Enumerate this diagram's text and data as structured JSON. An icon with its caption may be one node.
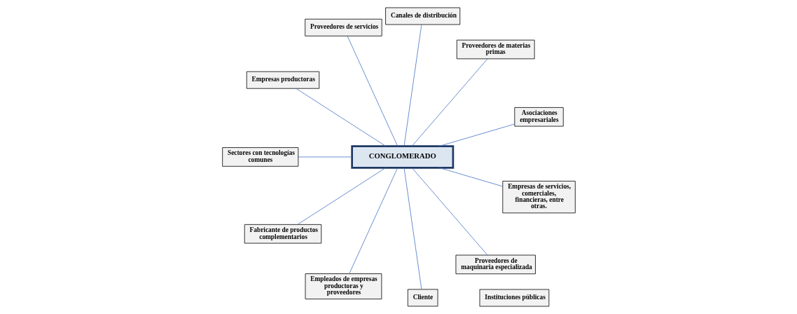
{
  "diagram": {
    "nodes": [
      {
        "text": [
          "Asociaciones empresariales"
        ]
      },
      {
        "text": [
          "Proveedores de materias primas"
        ]
      },
      {
        "text": [
          "Canales de distribución"
        ]
      },
      {
        "text": [
          "Proveedores de servicios"
        ]
      },
      {
        "text": [
          "Instituciones públicas"
        ]
      },
      {
        "text": [
          "Empresas productoras"
        ]
      },
      {
        "text": [
          "CONGLOMERADO"
        ]
      },
      {
        "text": [
          "Sectores con tecnologías comunes"
        ]
      },
      {
        "text": [
          "Fabricante de productos complementarios"
        ]
      },
      {
        "text": [
          "Empleados de empresas productoras y proveedores"
        ]
      },
      {
        "text": [
          "Cliente"
        ]
      },
      {
        "text": [
          "Proveedores de maquinaria especializada"
        ]
      },
      {
        "text": [
          "Empresas de servicios, comerciales, financieras, entre otras."
        ]
      }
    ],
    "edges": [
      {
        "from": 6,
        "to": 0,
        "arrow": "none"
      },
      {
        "from": 6,
        "to": 1,
        "arrow": "none"
      },
      {
        "from": 6,
        "to": 2,
        "arrow": "none"
      },
      {
        "from": 6,
        "to": 3,
        "arrow": "none"
      },
      {
        "from": 6,
        "to": 5,
        "arrow": "none"
      },
      {
        "from": 6,
        "to": 7,
        "arrow": "none"
      },
      {
        "from": 6,
        "to": 8,
        "arrow": "none"
      },
      {
        "from": 6,
        "to": 9,
        "arrow": "none"
      },
      {
        "from": 6,
        "to": 10,
        "arrow": "none"
      },
      {
        "from": 6,
        "to": 11,
        "arrow": "none"
      },
      {
        "from": 6,
        "to": 12,
        "arrow": "none"
      }
    ]
  }
}
